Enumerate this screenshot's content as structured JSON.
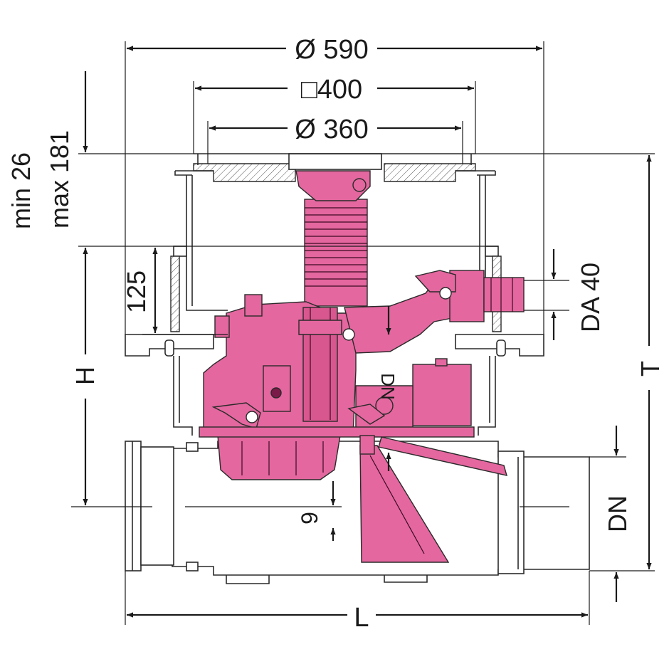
{
  "colors": {
    "component_fill": "#e4679f",
    "component_dark": "#c94a86",
    "line": "#1a1a1a",
    "background": "#ffffff"
  },
  "dimensions": {
    "diameter_outer": "Ø 590",
    "square_frame": "□400",
    "diameter_inner": "Ø 360",
    "min_label": "min 26",
    "max_label": "max 181",
    "dim_125": "125",
    "dim_H": "H",
    "dim_T": "T",
    "dim_DA40": "DA 40",
    "dim_DN_right": "DN",
    "dim_DN_inner": "DN",
    "dim_9": "9",
    "dim_L": "L"
  }
}
